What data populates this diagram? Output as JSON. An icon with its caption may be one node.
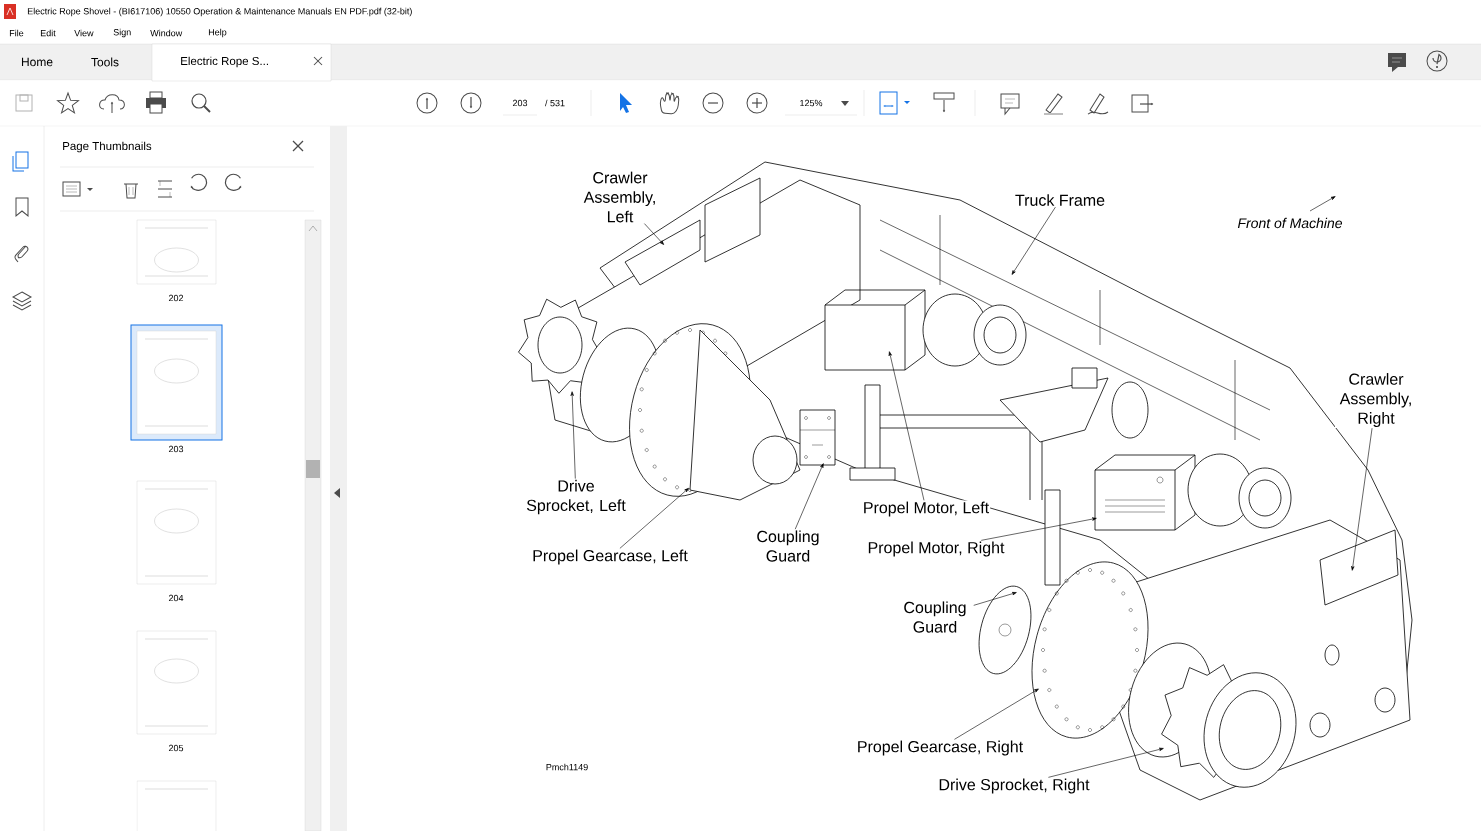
{
  "diagram": {
    "nodes": [
      {
        "text": [
          "Crawler Assembly, Left"
        ]
      },
      {
        "text": [
          "Truck Frame"
        ]
      },
      {
        "text": [
          "Drive Sprocket, Left"
        ]
      },
      {
        "text": [
          "Propel Gearcase, Left"
        ]
      },
      {
        "text": [
          "Coupling Guard"
        ]
      },
      {
        "text": [
          "Propel Motor, Left"
        ]
      },
      {
        "text": [
          "Propel Motor, Right"
        ]
      },
      {
        "text": [
          "Coupling Guard"
        ]
      },
      {
        "text": [
          "Crawler Assembly, Right"
        ]
      },
      {
        "text": [
          "Propel Gearcase, Right"
        ]
      },
      {
        "text": [
          "Drive Sprocket, Right"
        ]
      },
      {
        "text": [],
        "shape": "picture"
      },
      {
        "text": [],
        "shape": "picture"
      },
      {
        "text": [],
        "shape": "picture"
      },
      {
        "text": [],
        "shape": "picture"
      },
      {
        "text": [],
        "shape": "picture"
      },
      {
        "text": [],
        "shape": "picture"
      },
      {
        "text": [],
        "shape": "picture"
      },
      {
        "text": [],
        "shape": "picture"
      },
      {
        "text": [],
        "shape": "picture"
      },
      {
        "text": [],
        "shape": "picture"
      },
      {
        "text": [],
        "shape": "picture"
      }
    ],
    "edges": [
      {
        "from": 0,
        "to": 11,
        "arrow": "to"
      },
      {
        "from": 1,
        "to": 12,
        "arrow": "to"
      },
      {
        "from": 2,
        "to": 13,
        "arrow": "to"
      },
      {
        "from": 3,
        "to": 14,
        "arrow": "to"
      },
      {
        "from": 4,
        "to": 15,
        "arrow": "to"
      },
      {
        "from": 5,
        "to": 16,
        "arrow": "to"
      },
      {
        "from": 6,
        "to": 17,
        "arrow": "to"
      },
      {
        "from": 7,
        "to": 18,
        "arrow": "to"
      },
      {
        "from": 8,
        "to": 19,
        "arrow": "to"
      },
      {
        "from": 9,
        "to": 20,
        "arrow": "to"
      },
      {
        "from": 10,
        "to": 21,
        "arrow": "to"
      }
    ],
    "labels": [
      "Electric Rope Shovel - (BI617106) 10550 Operation & Maintenance Manuals EN PDF.pdf (32-bit)",
      "File",
      "Edit",
      "View",
      "Sign",
      "Window",
      "Help",
      "Home",
      "Tools",
      "Electric Rope S...",
      "203",
      "/ 531",
      "125%",
      "Page Thumbnails",
      "202",
      "203",
      "204",
      "205",
      "Front of Machine",
      "Pmch1149"
    ]
  }
}
